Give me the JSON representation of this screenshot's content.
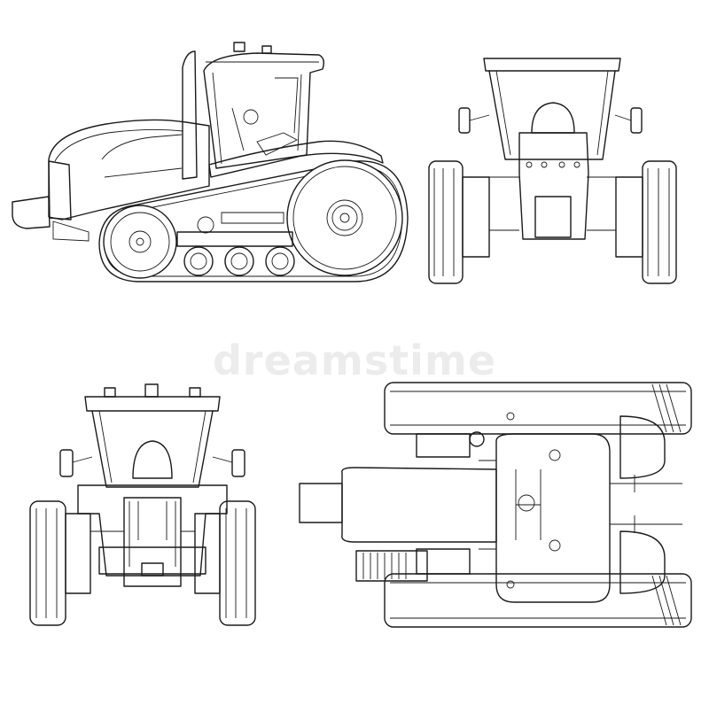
{
  "watermark": {
    "text": "dreamstime"
  },
  "views": [
    {
      "id": "side",
      "label": ""
    },
    {
      "id": "rear",
      "label": ""
    },
    {
      "id": "front",
      "label": ""
    },
    {
      "id": "top",
      "label": ""
    }
  ],
  "colors": {
    "line": "#1a1a1a",
    "background": "#ffffff",
    "watermark": "#aaaaaa"
  }
}
